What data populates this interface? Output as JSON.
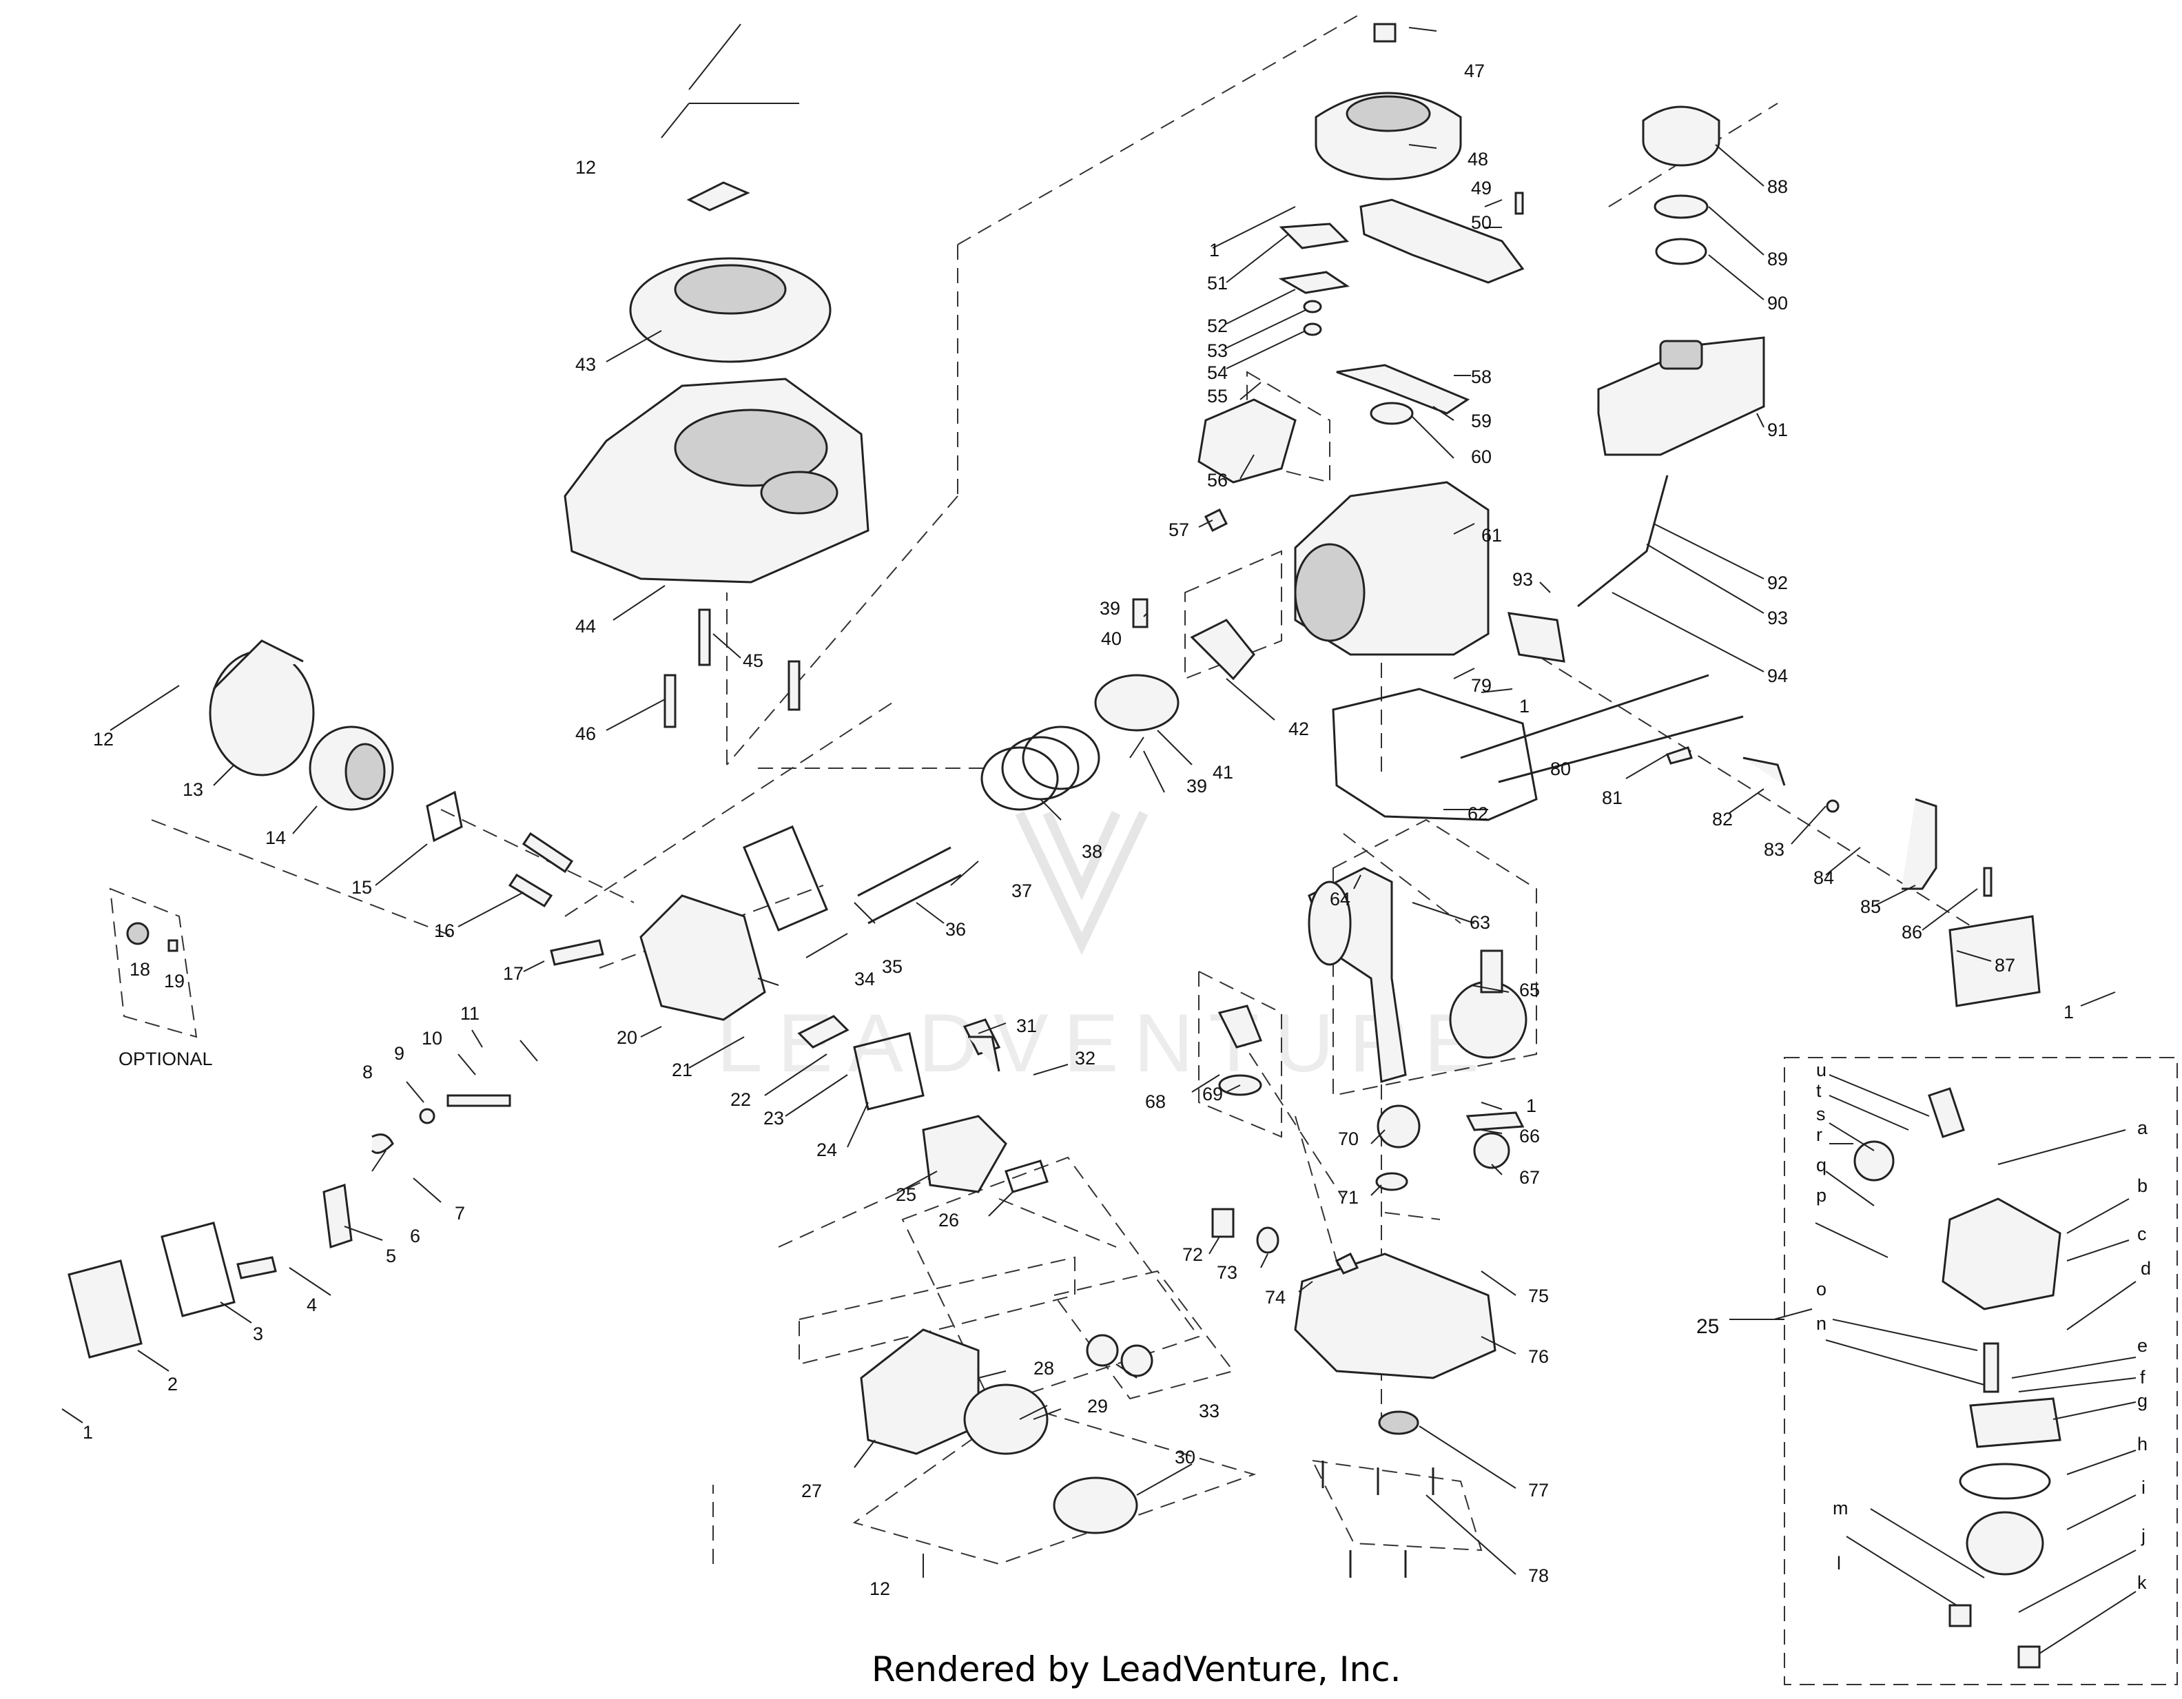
{
  "footer": "Rendered by LeadVenture, Inc.",
  "optional_label": "OPTIONAL",
  "watermark_text": "LEADVENTURE",
  "callouts": {
    "l1a": "1",
    "l1b": "1",
    "l1c": "1",
    "l1d": "1",
    "l1e": "1",
    "l2": "2",
    "l3": "3",
    "l4": "4",
    "l5": "5",
    "l6": "6",
    "l7": "7",
    "l8": "8",
    "l9": "9",
    "l10": "10",
    "l11": "11",
    "l12a": "12",
    "l12b": "12",
    "l12c": "12",
    "l13": "13",
    "l14": "14",
    "l15": "15",
    "l16": "16",
    "l17": "17",
    "l18": "18",
    "l19": "19",
    "l20": "20",
    "l21": "21",
    "l22": "22",
    "l23": "23",
    "l24": "24",
    "l25": "25",
    "l25b": "25",
    "l26": "26",
    "l27": "27",
    "l28": "28",
    "l29": "29",
    "l30": "30",
    "l31": "31",
    "l32": "32",
    "l33": "33",
    "l34": "34",
    "l35": "35",
    "l36": "36",
    "l37": "37",
    "l38": "38",
    "l39a": "39",
    "l39b": "39",
    "l40": "40",
    "l41": "41",
    "l42": "42",
    "l43": "43",
    "l44": "44",
    "l45": "45",
    "l46": "46",
    "l47": "47",
    "l48": "48",
    "l49": "49",
    "l50": "50",
    "l51": "51",
    "l52": "52",
    "l53": "53",
    "l54": "54",
    "l55": "55",
    "l56": "56",
    "l57": "57",
    "l58": "58",
    "l59": "59",
    "l60": "60",
    "l61": "61",
    "l62": "62",
    "l63": "63",
    "l64": "64",
    "l65": "65",
    "l66": "66",
    "l67": "67",
    "l68": "68",
    "l69": "69",
    "l70": "70",
    "l71": "71",
    "l72": "72",
    "l73": "73",
    "l74": "74",
    "l75": "75",
    "l76": "76",
    "l77": "77",
    "l78": "78",
    "l79": "79",
    "l80": "80",
    "l81": "81",
    "l82": "82",
    "l83": "83",
    "l84": "84",
    "l85": "85",
    "l86": "86",
    "l87": "87",
    "l88": "88",
    "l89": "89",
    "l90": "90",
    "l91": "91",
    "l92": "92",
    "l93a": "93",
    "l93b": "93",
    "l94": "94",
    "la": "a",
    "lb": "b",
    "lc": "c",
    "ld": "d",
    "le": "e",
    "lf": "f",
    "lg": "g",
    "lh": "h",
    "li": "i",
    "lj": "j",
    "lk": "k",
    "ll": "l",
    "lm": "m",
    "ln": "n",
    "lo": "o",
    "lp": "p",
    "lq": "q",
    "lr": "r",
    "ls": "s",
    "lt": "t",
    "lu": "u"
  }
}
